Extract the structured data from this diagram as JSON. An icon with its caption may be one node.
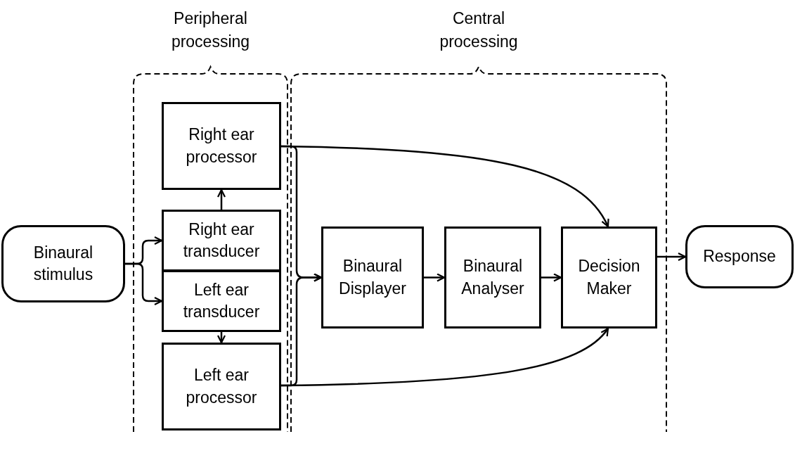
{
  "diagram": {
    "nodes": [
      {
        "text": [
          "Binaural stimulus"
        ]
      },
      {
        "text": [
          "Peripheral processing"
        ]
      },
      {
        "text": [
          "Right ear processor"
        ],
        "in": 1
      },
      {
        "text": [
          "Right ear transducer"
        ],
        "in": 1
      },
      {
        "text": [
          "Left ear transducer"
        ],
        "in": 1
      },
      {
        "text": [
          "Left ear processor"
        ],
        "in": 1
      },
      {
        "text": [
          "Central processing"
        ]
      },
      {
        "text": [
          "Binaural Displayer"
        ],
        "in": 6
      },
      {
        "text": [
          "Binaural Analyser"
        ],
        "in": 6
      },
      {
        "text": [
          "Decision Maker"
        ],
        "in": 6
      },
      {
        "text": [
          "Response"
        ]
      }
    ],
    "edges": [
      {
        "from": 0,
        "to": 3,
        "arrow": "to"
      },
      {
        "from": 0,
        "to": 4,
        "arrow": "to"
      },
      {
        "from": 3,
        "to": 2,
        "arrow": "to"
      },
      {
        "from": 4,
        "to": 5,
        "arrow": "to"
      },
      {
        "from": 2,
        "to": 7,
        "arrow": "to"
      },
      {
        "from": 5,
        "to": 7,
        "arrow": "to"
      },
      {
        "from": 2,
        "to": 9,
        "arrow": "to"
      },
      {
        "from": 5,
        "to": 9,
        "arrow": "to"
      },
      {
        "from": 7,
        "to": 8,
        "arrow": "to"
      },
      {
        "from": 8,
        "to": 9,
        "arrow": "to"
      },
      {
        "from": 9,
        "to": 10,
        "arrow": "to"
      }
    ]
  }
}
